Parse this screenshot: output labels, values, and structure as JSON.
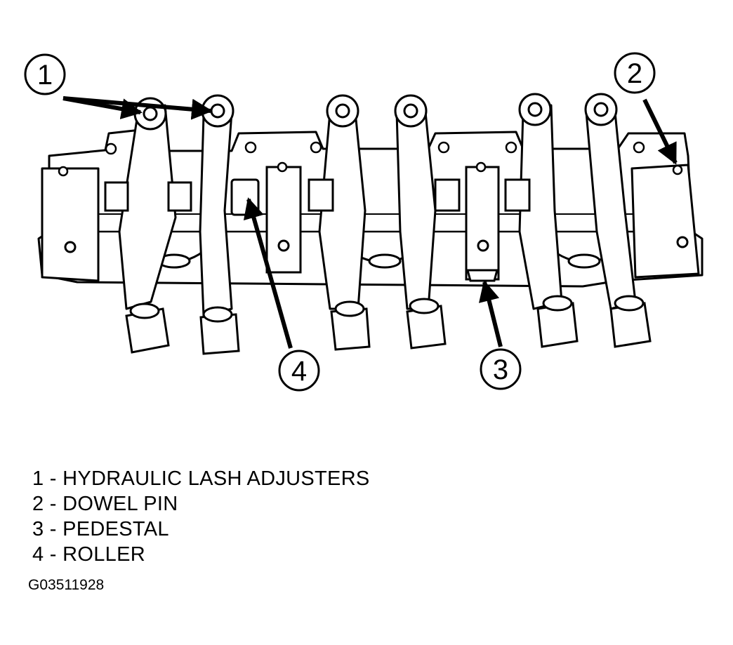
{
  "diagram": {
    "callouts": [
      "1",
      "2",
      "3",
      "4"
    ]
  },
  "legend": [
    {
      "num": "1",
      "sep": " - ",
      "label": "HYDRAULIC LASH ADJUSTERS"
    },
    {
      "num": "2",
      "sep": " - ",
      "label": "DOWEL PIN"
    },
    {
      "num": "3",
      "sep": " - ",
      "label": "PEDESTAL"
    },
    {
      "num": "4",
      "sep": " - ",
      "label": "ROLLER"
    }
  ],
  "figure_id": "G03511928"
}
